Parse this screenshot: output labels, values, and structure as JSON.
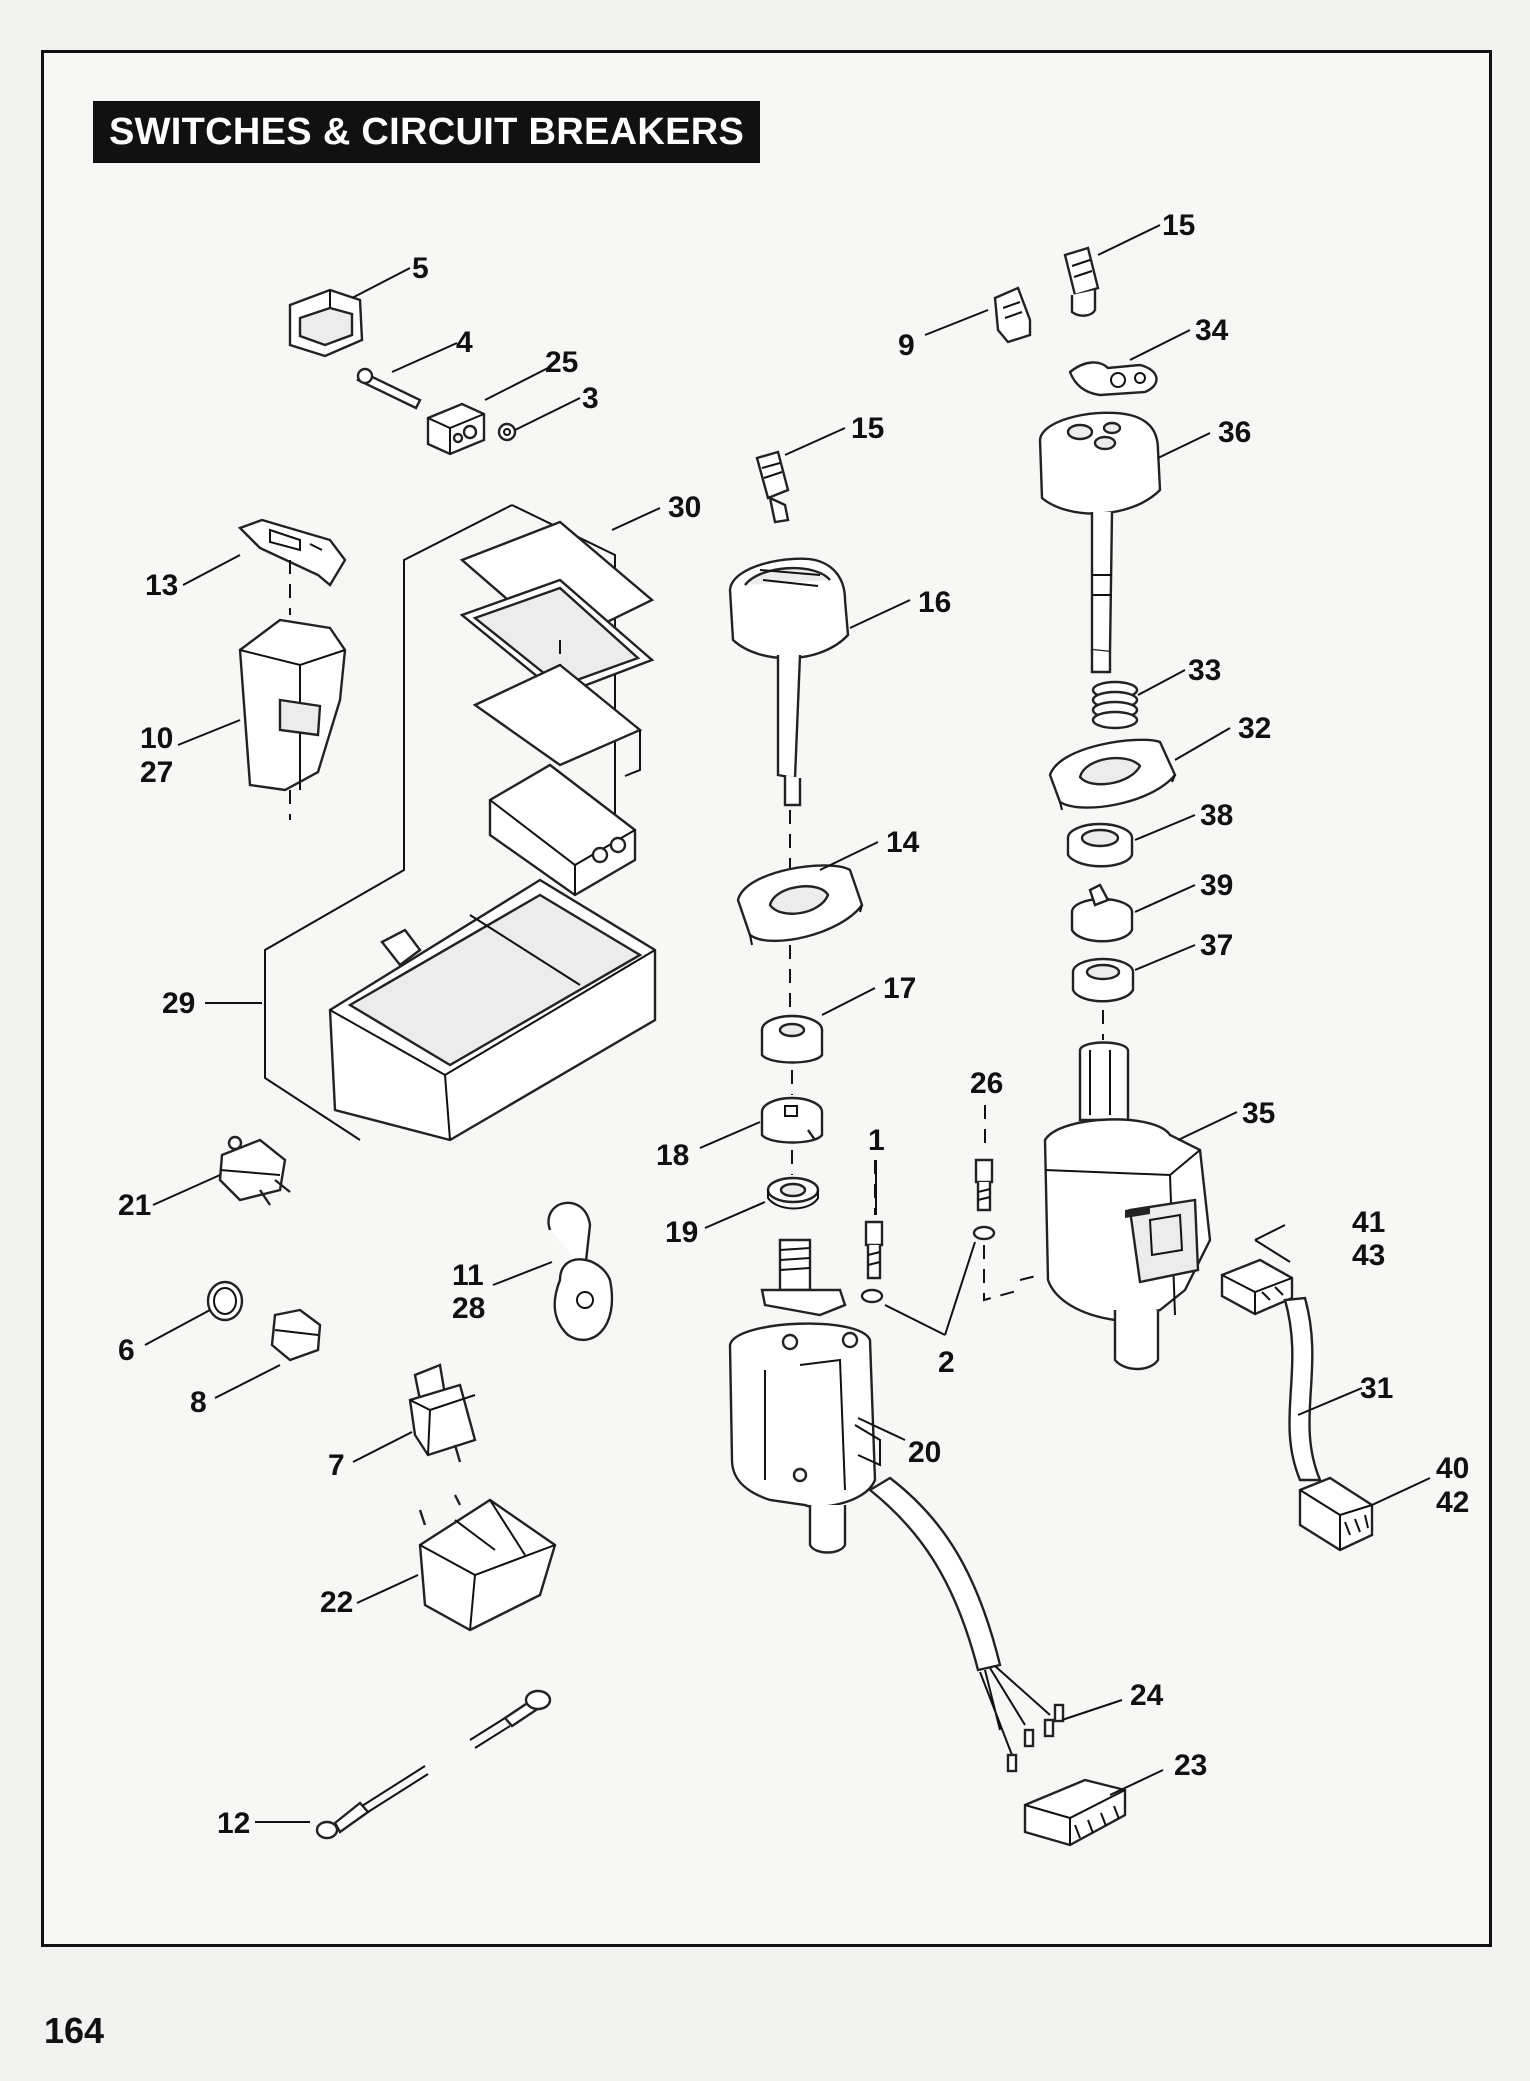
{
  "title": "SWITCHES & CIRCUIT BREAKERS",
  "page_number": "164",
  "callouts": {
    "c1": "1",
    "c2": "2",
    "c3": "3",
    "c4": "4",
    "c5": "5",
    "c6": "6",
    "c7": "7",
    "c8": "8",
    "c9": "9",
    "c10": "10",
    "c27": "27",
    "c11": "11",
    "c28": "28",
    "c12": "12",
    "c13": "13",
    "c14": "14",
    "c15a": "15",
    "c15b": "15",
    "c16": "16",
    "c17": "17",
    "c18": "18",
    "c19": "19",
    "c20": "20",
    "c21": "21",
    "c22": "22",
    "c23": "23",
    "c24": "24",
    "c25": "25",
    "c26": "26",
    "c29": "29",
    "c30": "30",
    "c31": "31",
    "c32": "32",
    "c33": "33",
    "c34": "34",
    "c35": "35",
    "c36": "36",
    "c37": "37",
    "c38": "38",
    "c39": "39",
    "c40": "40",
    "c42": "42",
    "c41": "41",
    "c43": "43"
  }
}
